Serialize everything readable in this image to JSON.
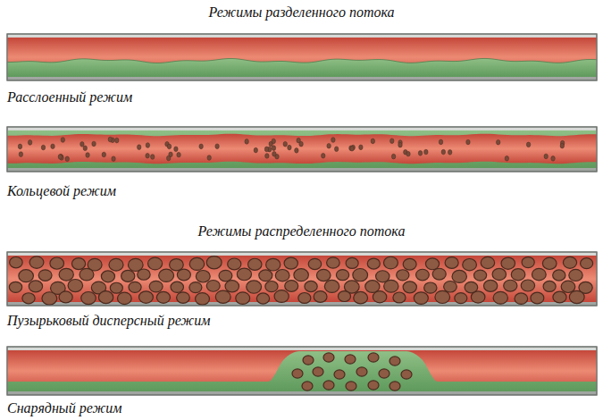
{
  "diagram": {
    "labels": [
      "Режимы разделенного потока",
      "Расслоенный режим",
      "Кольцевой режим",
      "Режимы распределенного потока",
      "Пузырьковый дисперсный режим",
      "Снарядный режим"
    ]
  }
}
